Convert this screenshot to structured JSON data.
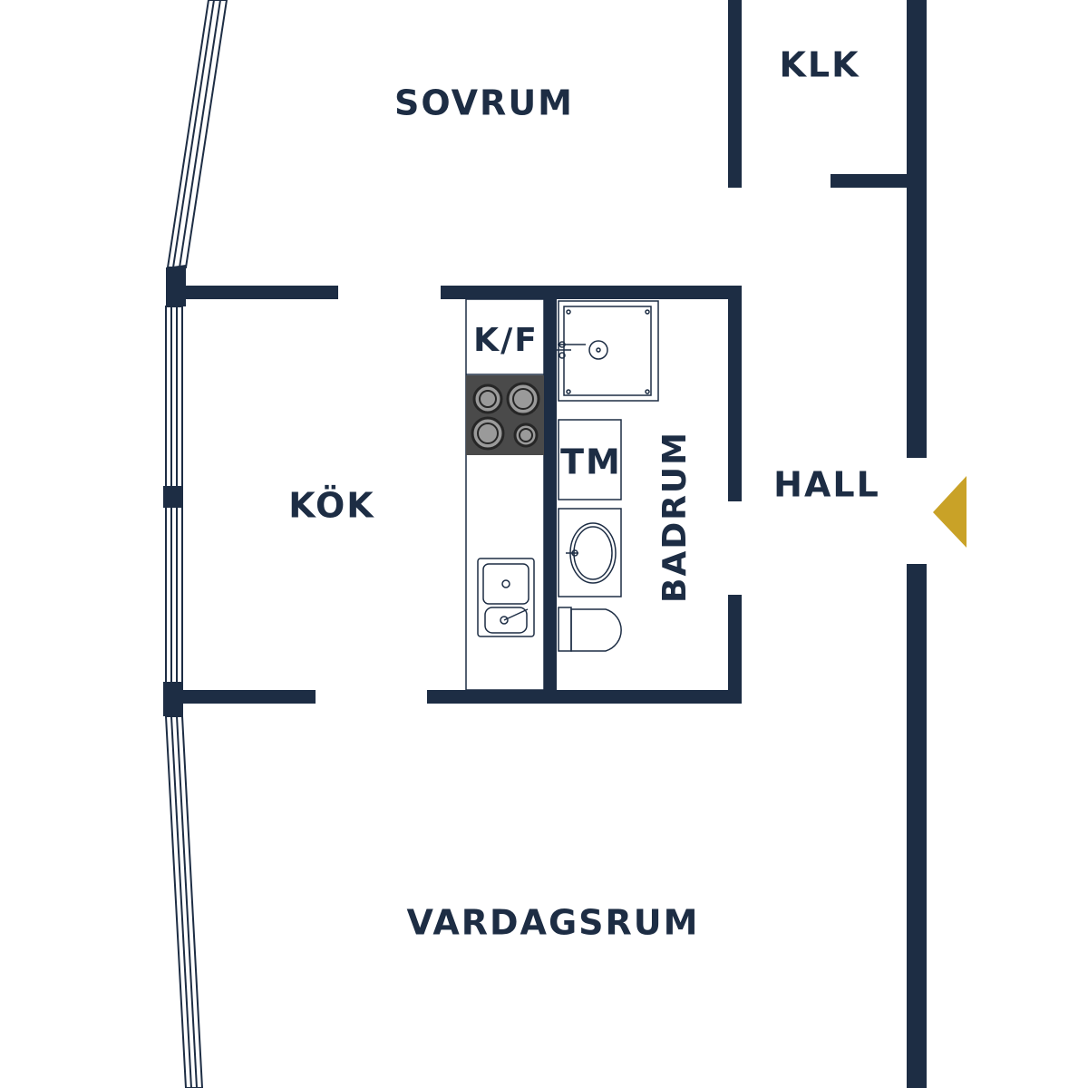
{
  "colors": {
    "wall": "#1d2d44",
    "label": "#1d2d44",
    "background": "#ffffff",
    "entrance_marker": "#c9a227",
    "stove": "#4a4a4a"
  },
  "rooms": {
    "sovrum": "SOVRUM",
    "klk": "KLK",
    "kok": "KÖK",
    "kf": "K/F",
    "tm": "TM",
    "badrum": "BADRUM",
    "hall": "HALL",
    "vardagsrum": "VARDAGSRUM"
  },
  "icons": {
    "entrance": "entrance-arrow-icon",
    "stove": "stove-icon",
    "kitchen_sink": "kitchen-sink-icon",
    "shower": "shower-icon",
    "washbasin": "washbasin-icon",
    "toilet": "toilet-icon"
  }
}
